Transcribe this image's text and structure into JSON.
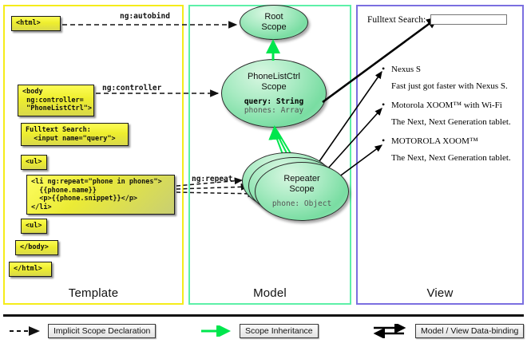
{
  "panels": [
    {
      "key": "template",
      "label": "Template",
      "border": "#f5ec1a"
    },
    {
      "key": "model",
      "label": "Model",
      "border": "#5df0a8"
    },
    {
      "key": "view",
      "label": "View",
      "border": "#7b6fe0"
    }
  ],
  "template": {
    "boxes": [
      {
        "name": "html-open-tag",
        "text": "<html>"
      },
      {
        "name": "body-controller-tag",
        "text": "<body\n ng:controller=\n \"PhoneListCtrl\">"
      },
      {
        "name": "fulltext-search-input-markup",
        "text": "Fulltext Search:\n  <input name=\"query\">"
      },
      {
        "name": "ul-open-tag",
        "text": "<ul>"
      },
      {
        "name": "li-ngrepeat-block",
        "text": "<li ng:repeat=\"phone in phones\">\n  {{phone.name}}\n  <p>{{phone.snippet}}</p>\n</li>"
      },
      {
        "name": "ul-close-tag",
        "text": "<ul>"
      },
      {
        "name": "body-close-tag",
        "text": "</body>"
      },
      {
        "name": "html-close-tag",
        "text": "</html>"
      }
    ]
  },
  "model": {
    "scopes": [
      {
        "name": "root-scope",
        "title": "Root\nScope",
        "props": []
      },
      {
        "name": "phonelistctrl-scope",
        "title": "PhoneListCtrl\nScope",
        "props": [
          {
            "text": "query: String",
            "bold": true
          },
          {
            "text": "phones: Array",
            "bold": false
          }
        ]
      },
      {
        "name": "repeater-scope",
        "title": "Repeater\nScope",
        "props": [
          {
            "text": "phone: Object",
            "bold": false
          }
        ]
      }
    ]
  },
  "wires": {
    "autobind_label": "ng:autobind",
    "controller_label": "ng:controller",
    "repeat_label": "ng:repeat"
  },
  "view": {
    "search_label": "Fulltext Search:",
    "search_value": "",
    "search_placeholder": "",
    "phones": [
      {
        "name": "Nexus S",
        "snippet": "Fast just got faster with Nexus S."
      },
      {
        "name": "Motorola XOOM™ with Wi-Fi",
        "snippet": "The Next, Next Generation tablet."
      },
      {
        "name": "MOTOROLA XOOM™",
        "snippet": "The Next, Next Generation tablet."
      }
    ]
  },
  "legend": [
    {
      "name": "legend-implicit-scope-declaration",
      "label": "Implicit Scope Declaration",
      "style": "dashed-black"
    },
    {
      "name": "legend-scope-inheritance",
      "label": "Scope Inheritance",
      "style": "solid-green"
    },
    {
      "name": "legend-model-view-data-binding",
      "label": "Model / View Data-binding",
      "style": "double-black"
    }
  ],
  "colors": {
    "template_border": "#f5ec1a",
    "model_border": "#5df0a8",
    "view_border": "#7b6fe0",
    "inheritance_arrow": "#00e64d",
    "code_box_fill": "#eeee2e"
  }
}
